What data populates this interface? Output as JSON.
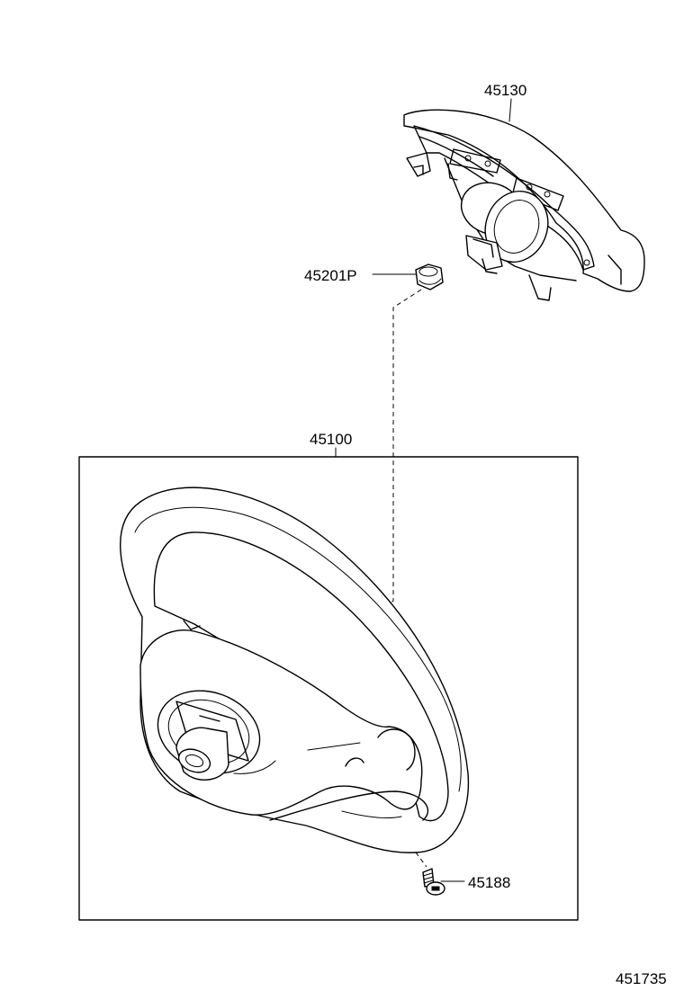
{
  "labels": {
    "pad": "45130",
    "nut": "45201P",
    "wheel": "45100",
    "screw": "45188",
    "diagram_id": "451735"
  }
}
